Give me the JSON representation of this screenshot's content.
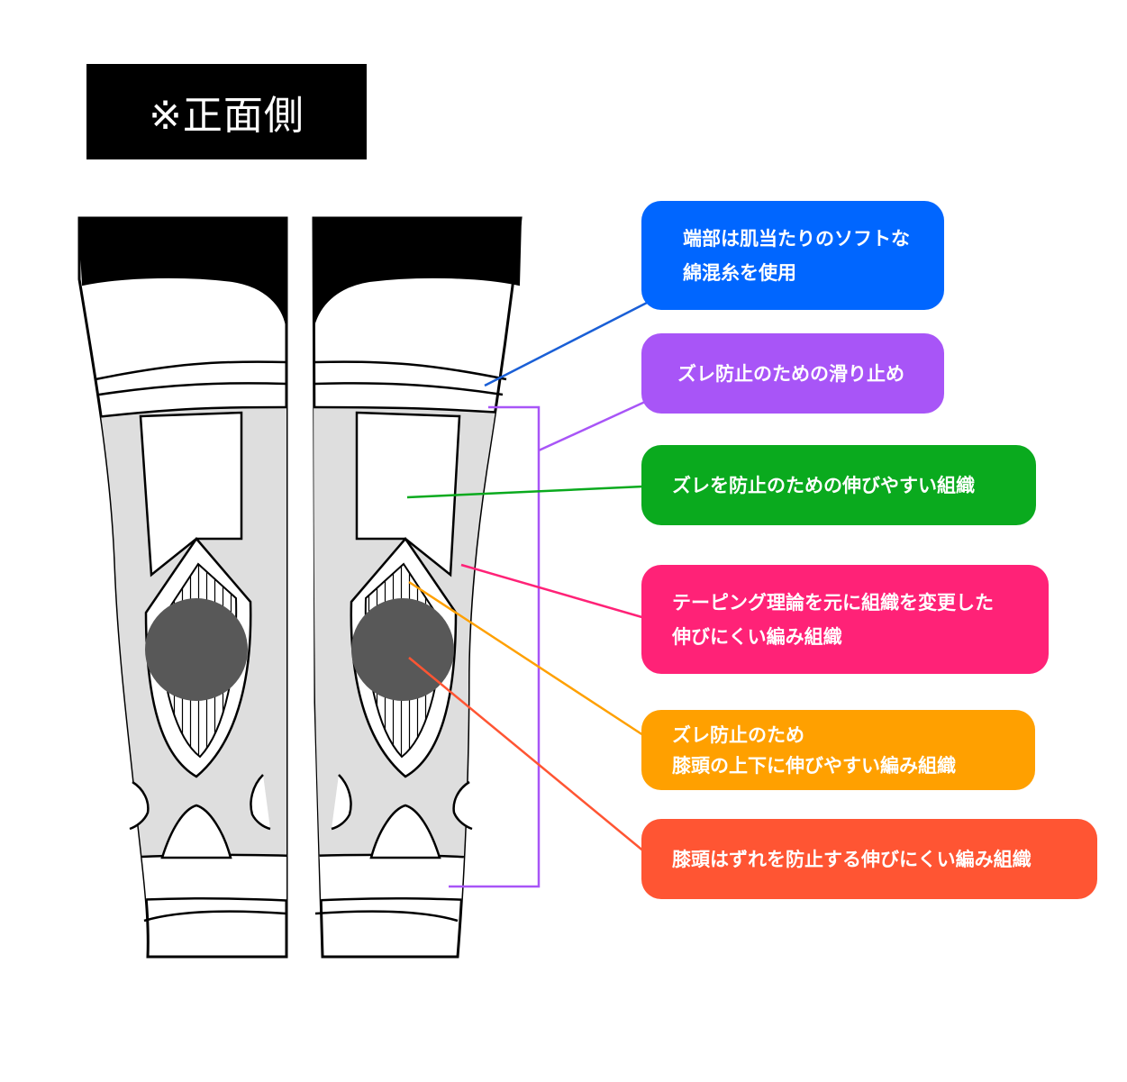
{
  "header": {
    "title": "※正面側"
  },
  "callouts": [
    {
      "lines": [
        "端部は肌当たりのソフトな",
        "綿混糸を使用"
      ],
      "color": "#0066ff"
    },
    {
      "lines": [
        "ズレ防止のための滑り止め"
      ],
      "color": "#a855f7"
    },
    {
      "lines": [
        "ズレを防止のための伸びやすい組織"
      ],
      "color": "#0aaa1e"
    },
    {
      "lines": [
        "テーピング理論を元に組織を変更した",
        "伸びにくい編み組織"
      ],
      "color": "#ff2277"
    },
    {
      "lines": [
        "ズレ防止のため",
        "膝頭の上下に伸びやすい編み組織"
      ],
      "color": "#ffa000"
    },
    {
      "lines": [
        "膝頭はずれを防止する伸びにくい編み組織"
      ],
      "color": "#ff5533"
    }
  ]
}
